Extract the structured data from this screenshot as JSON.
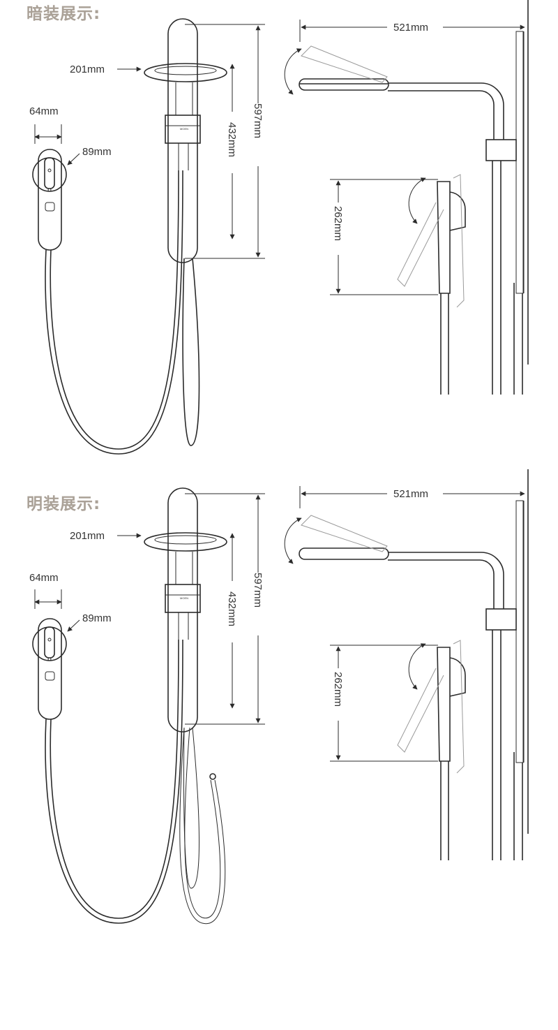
{
  "sections": [
    {
      "title": "暗装展示:",
      "dims": {
        "width": "201mm",
        "height": "597mm",
        "inner": "432mm",
        "hs_width": "64mm",
        "hs_diam": "89mm",
        "arm": "521mm",
        "rotate": "262mm"
      }
    },
    {
      "title": "明装展示:",
      "dims": {
        "width": "201mm",
        "height": "597mm",
        "inner": "432mm",
        "hs_width": "64mm",
        "hs_diam": "89mm",
        "arm": "521mm",
        "rotate": "262mm"
      }
    }
  ],
  "colors": {
    "title": "#aaa197",
    "line": "#2b2b2b",
    "ghost": "#9a9a9a"
  },
  "icons": [
    "arrow-icon",
    "rotation-arrow-icon"
  ]
}
